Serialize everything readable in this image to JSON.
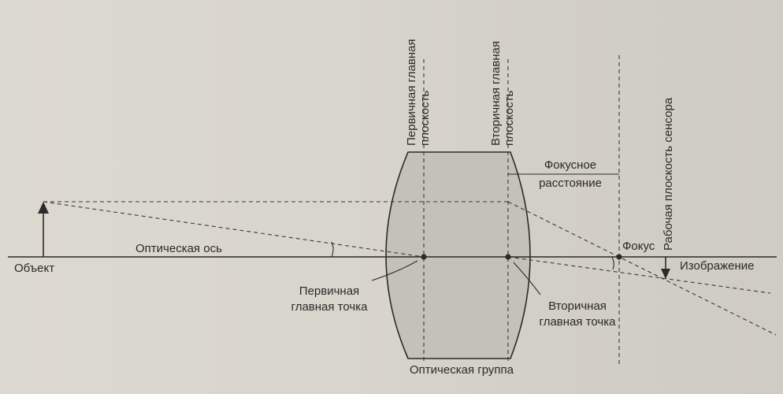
{
  "labels": {
    "object": "Объект",
    "optical_axis": "Оптическая ось",
    "primary_plane_line1": "Первичная главная",
    "primary_plane_line2": "плоскость",
    "secondary_plane_line1": "Вторичная главная",
    "secondary_plane_line2": "плоскость",
    "focal_distance_line1": "Фокусное",
    "focal_distance_line2": "расстояние",
    "sensor_plane": "Рабочая плоскость сенсора",
    "focus": "Фокус",
    "image": "Изображение",
    "primary_point_line1": "Первичная",
    "primary_point_line2": "главная точка",
    "secondary_point_line1": "Вторичная",
    "secondary_point_line2": "главная точка",
    "optical_group": "Оптическая группа"
  },
  "colors": {
    "ink": "#2b2b2b",
    "lens_fill": "#c4c1b8",
    "background": "#d9d6cd"
  }
}
